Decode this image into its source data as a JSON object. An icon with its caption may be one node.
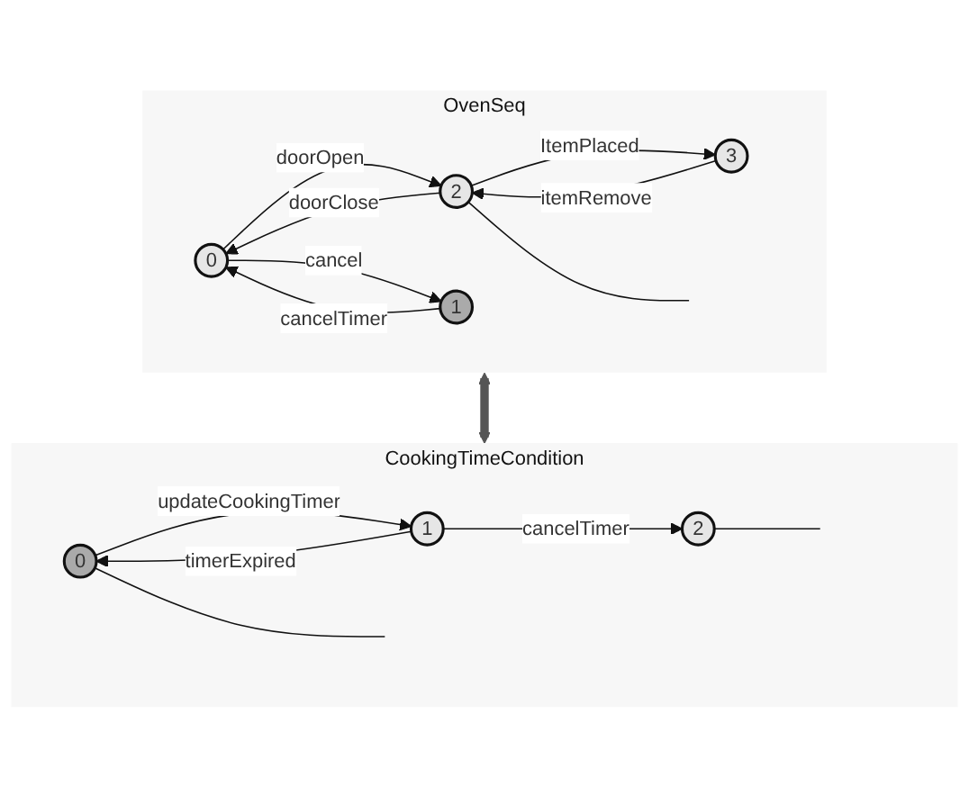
{
  "diagram": {
    "nodes": [
      {
        "text": [
          "OvenSeq"
        ]
      },
      {
        "text": [
          "0"
        ],
        "in": 0
      },
      {
        "text": [
          "1"
        ],
        "in": 0
      },
      {
        "text": [
          "2"
        ],
        "in": 0
      },
      {
        "text": [
          "3"
        ],
        "in": 0
      },
      {
        "text": [
          "CookingTimeCondition"
        ]
      },
      {
        "text": [
          "0"
        ],
        "in": 5
      },
      {
        "text": [
          "1"
        ],
        "in": 5
      },
      {
        "text": [
          "2"
        ],
        "in": 5
      }
    ],
    "edges": [
      {
        "from": 1,
        "to": 3,
        "label": "doorOpen",
        "arrow": "to"
      },
      {
        "from": 1,
        "to": 2,
        "label": "cancel",
        "arrow": "to"
      },
      {
        "from": 3,
        "to": 4,
        "label": "ItemPlaced",
        "arrow": "to"
      },
      {
        "from": 2,
        "to": 1,
        "label": "cancelTimer",
        "arrow": "to"
      },
      {
        "from": 4,
        "to": 3,
        "label": "itemRemove",
        "arrow": "to"
      },
      {
        "from": 3,
        "to": 1,
        "label": "doorClose",
        "arrow": "to"
      },
      {
        "from": 3,
        "to": null,
        "arrow": "none"
      },
      {
        "from": 0,
        "to": 5,
        "arrow": "both",
        "style": "thick",
        "color": "#555555"
      },
      {
        "from": 6,
        "to": 7,
        "label": "updateCookingTimer",
        "arrow": "to"
      },
      {
        "from": 7,
        "to": 8,
        "label": "cancelTimer",
        "arrow": "to"
      },
      {
        "from": 8,
        "to": null,
        "arrow": "none"
      },
      {
        "from": 7,
        "to": 6,
        "label": "timerExpired",
        "arrow": "to"
      },
      {
        "from": 6,
        "to": null,
        "arrow": "none"
      }
    ]
  }
}
